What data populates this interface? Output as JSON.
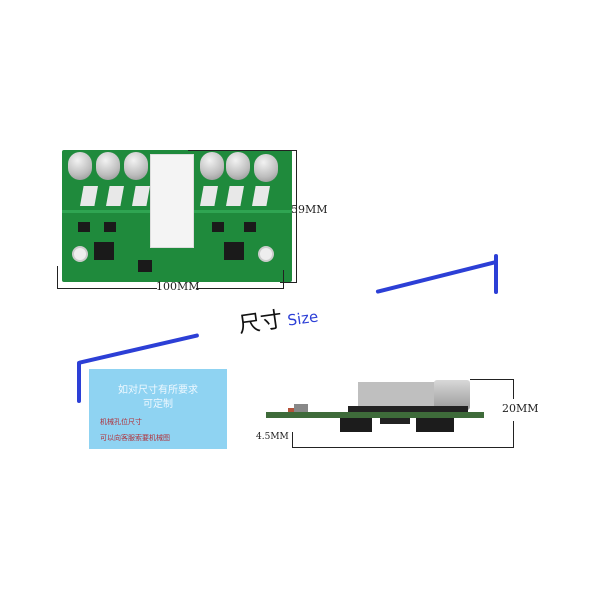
{
  "top_view": {
    "width_label": "100MM",
    "height_label": "59MM"
  },
  "title": {
    "cn": "尺寸",
    "en": "Size",
    "accent_color": "#2c3fd6"
  },
  "info_box": {
    "heading_line1": "如对尺寸有所要求",
    "heading_line2": "可定制",
    "note1": "机械孔位尺寸",
    "note2": "可以向客服索要机械图",
    "bg_color": "#8fd3f2",
    "note_color": "#b0303a"
  },
  "side_view": {
    "height_label": "20MM",
    "bottom_label": "4.5MM"
  }
}
